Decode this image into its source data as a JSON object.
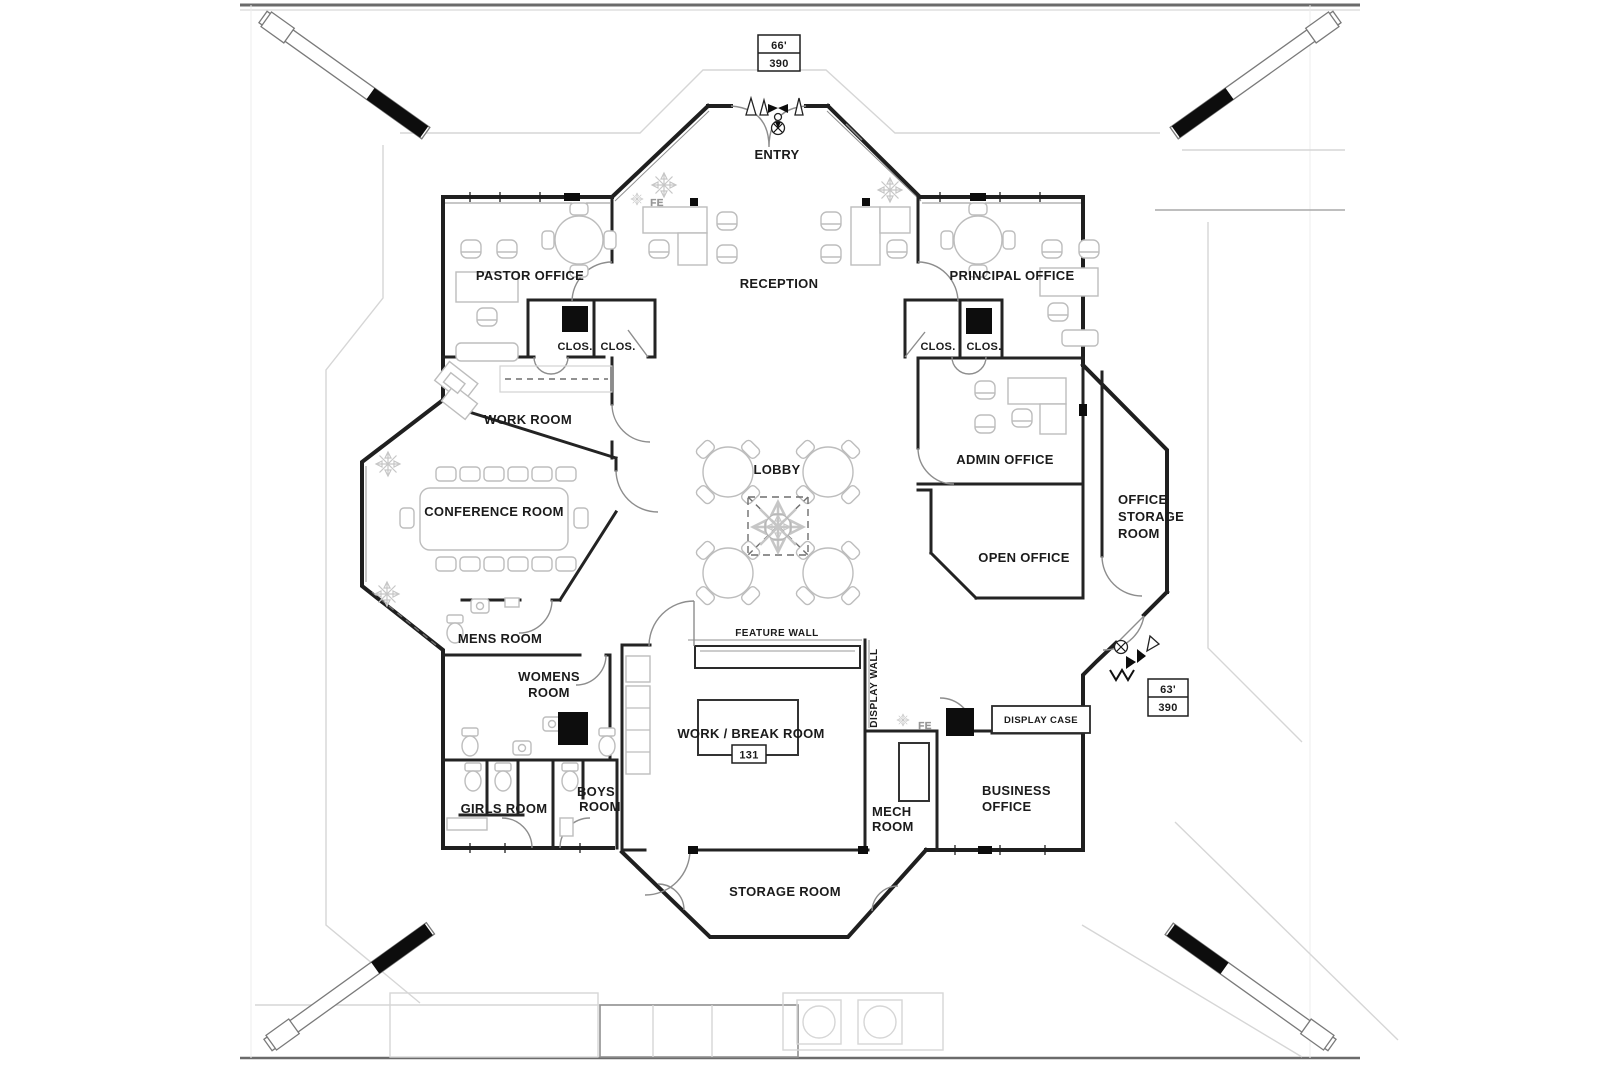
{
  "drawing": {
    "fire_extinguisher_label": "FE",
    "work_break_room_number": "131",
    "entry_dimension": {
      "width": "66'",
      "area": "390"
    },
    "side_dimension": {
      "width": "63'",
      "area": "390"
    }
  },
  "rooms": {
    "entry": "ENTRY",
    "pastor_office": "PASTOR OFFICE",
    "reception": "RECEPTION",
    "principal_office": "PRINCIPAL OFFICE",
    "closets": [
      "CLOS.",
      "CLOS.",
      "CLOS.",
      "CLOS."
    ],
    "work_room": "WORK ROOM",
    "conference_room": "CONFERENCE ROOM",
    "lobby": "LOBBY",
    "admin_office": "ADMIN OFFICE",
    "office_storage_room": [
      "OFFICE",
      "STORAGE",
      "ROOM"
    ],
    "open_office": "OPEN OFFICE",
    "mens_room": "MENS ROOM",
    "womens_room": [
      "WOMENS",
      "ROOM"
    ],
    "work_break_room": "WORK / BREAK ROOM",
    "girls_room": "GIRLS ROOM",
    "boys_room": [
      "BOYS",
      "ROOM"
    ],
    "mech_room": [
      "MECH",
      "ROOM"
    ],
    "business_office": [
      "BUSINESS",
      "OFFICE"
    ],
    "storage_room": "STORAGE ROOM"
  },
  "wall_annotations": {
    "feature_wall": "FEATURE WALL",
    "display_wall": "DISPLAY WALL",
    "display_case": "DISPLAY CASE"
  },
  "colors": {
    "wall": "#1f1f1f",
    "interior_wall": "#232323",
    "furniture": "#bdbdbd",
    "door": "#8d8d8d",
    "site": "#d6d6d6",
    "text": "#1b1b1b",
    "chase_fill": "#0d0d0d"
  }
}
